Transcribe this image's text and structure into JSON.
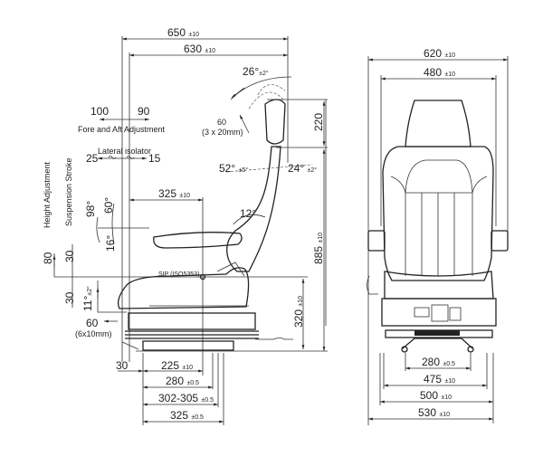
{
  "side_view": {
    "overall_depth": {
      "value": "650",
      "tol": "±10"
    },
    "depth": {
      "value": "630",
      "tol": "±10"
    },
    "headrest_tilt": {
      "value": "26°",
      "tol": "±2°"
    },
    "headrest_height": {
      "value": "220"
    },
    "fore_aft": {
      "rear": "100",
      "front": "90",
      "label": "Fore and Aft Adjustment"
    },
    "headrest_adjust": {
      "value": "60",
      "detail": "(3 x 20mm)"
    },
    "lateral_isolator": {
      "label": "Lateral isolator",
      "left": "25",
      "right": "15"
    },
    "back_recline_fwd": {
      "value": "52°",
      "tol": "±5°"
    },
    "back_recline_rear": {
      "value": "24°",
      "tol": "±2°"
    },
    "height_adjustment_label": "Height Adjustment",
    "suspension_stroke_label": "Suspension Stroke",
    "armrest_angle_up": "98°",
    "armrest_angle_mid": "60°",
    "armrest_angle_down": "16°",
    "armrest_depth": {
      "value": "325",
      "tol": "±10"
    },
    "back_angle": "12°",
    "overall_height": {
      "value": "885",
      "tol": "±10"
    },
    "height_adjust_value": "80",
    "stroke_up": "30",
    "stroke_down": "30",
    "cushion_tilt": {
      "value": "11°",
      "tol": "±2°"
    },
    "sip_label": "SIP (ISO5353)",
    "sip_height": {
      "value": "320",
      "tol": "±10"
    },
    "cushion_extension": {
      "value": "60",
      "detail": "(6x10mm)"
    },
    "front_offset": "30",
    "sip_to_mount": {
      "value": "225",
      "tol": "±10"
    },
    "mount_280": {
      "value": "280",
      "tol": "±0.5"
    },
    "mount_302": {
      "value": "302-305",
      "tol": "±0.5"
    },
    "mount_325": {
      "value": "325",
      "tol": "±0.5"
    }
  },
  "front_view": {
    "overall_width": {
      "value": "620",
      "tol": "±10"
    },
    "back_width": {
      "value": "480",
      "tol": "±10"
    },
    "mount_width": {
      "value": "280",
      "tol": "±0.5"
    },
    "width_475": {
      "value": "475",
      "tol": "±10"
    },
    "width_500": {
      "value": "500",
      "tol": "±10"
    },
    "width_530": {
      "value": "530",
      "tol": "±10"
    }
  }
}
